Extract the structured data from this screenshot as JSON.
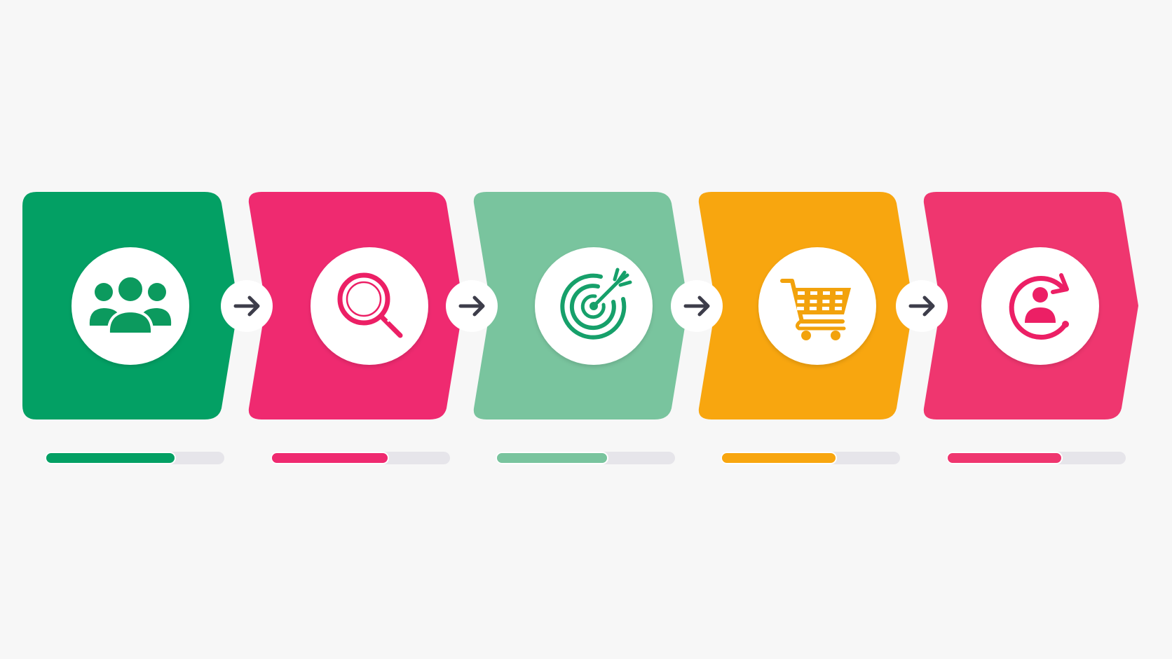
{
  "diagram": {
    "type": "process-flow",
    "direction": "left-to-right",
    "connector_icon": "arrow-right-icon",
    "connector_color": "#3d3d4a",
    "background_color": "#f7f7f7",
    "track_color": "#e6e5ea",
    "stages": [
      {
        "id": "audience",
        "icon": "users-group-icon",
        "color": "#03a064",
        "icon_color": "#0c9a5e",
        "progress": 0.73
      },
      {
        "id": "discovery",
        "icon": "magnifier-search-icon",
        "color": "#ef2a70",
        "icon_color": "#ec1f65",
        "progress": 0.66
      },
      {
        "id": "targeting",
        "icon": "target-arrow-icon",
        "color": "#79c49e",
        "icon_color": "#16a06a",
        "progress": 0.63
      },
      {
        "id": "purchase",
        "icon": "shopping-cart-icon",
        "color": "#f8a60f",
        "icon_color": "#f2a20c",
        "progress": 0.65
      },
      {
        "id": "retention",
        "icon": "user-cycle-icon",
        "color": "#ef366f",
        "icon_color": "#ec1f65",
        "progress": 0.65
      }
    ]
  }
}
